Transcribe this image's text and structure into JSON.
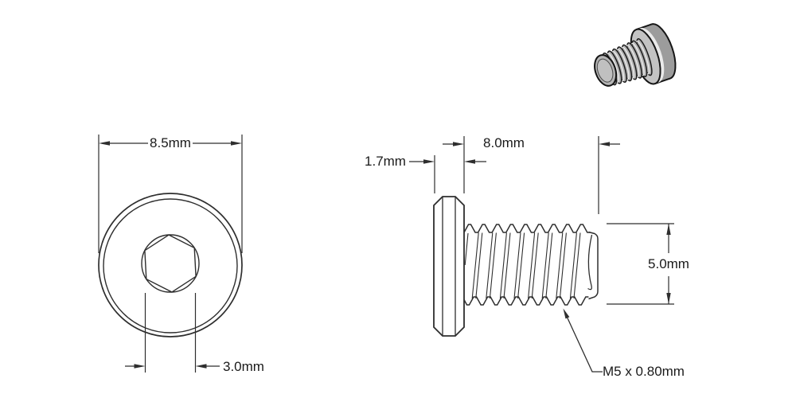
{
  "labels": {
    "head_diameter": "8.5mm",
    "socket_width": "3.0mm",
    "head_thickness": "1.7mm",
    "thread_length": "8.0mm",
    "thread_diameter": "5.0mm",
    "thread_spec": "M5 x 0.80mm"
  },
  "colors": {
    "line": "#2e2e2e",
    "text": "#1a1a1a",
    "background": "#ffffff",
    "render_outline": "#161616",
    "render_gray_dark": "#9c9c9c",
    "render_gray_mid": "#b3b3b3",
    "render_gray_face": "#c3c3c3",
    "render_highlight": "#eaeaea"
  }
}
